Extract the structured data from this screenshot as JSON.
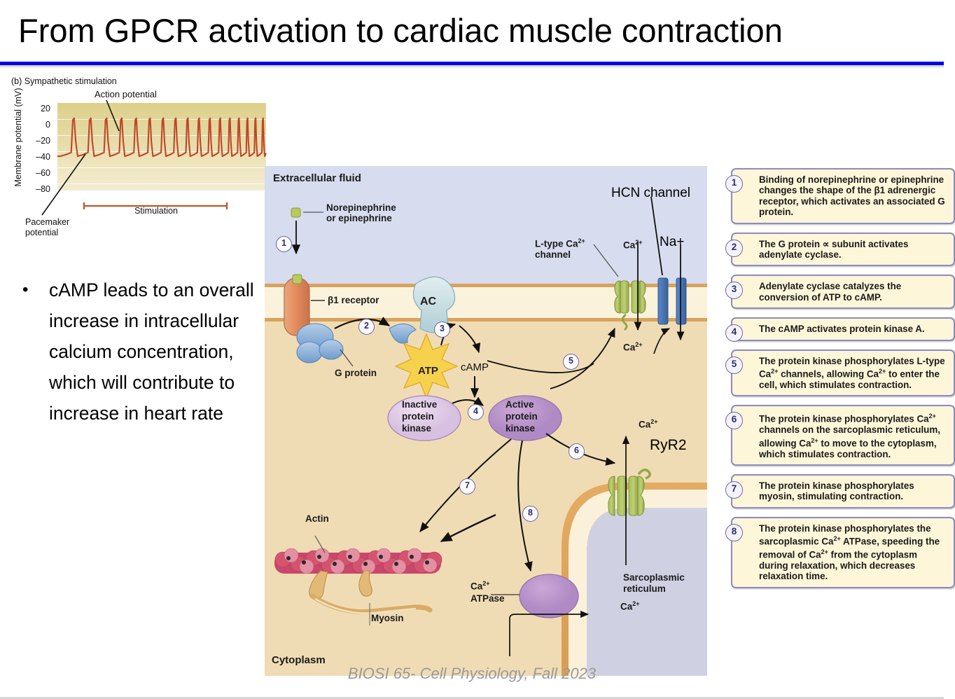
{
  "title": "From GPCR activation to cardiac muscle contraction",
  "accent_color": "#0000ee",
  "bullet": {
    "marker": "•",
    "text": "cAMP leads to an overall increase in intracellular calcium concentration, which will contribute to increase in heart rate"
  },
  "graph": {
    "caption": "(b) Sympathetic stimulation",
    "action_potential_label": "Action potential",
    "pacemaker_label": "Pacemaker\npotential",
    "stimulation_label": "Stimulation",
    "y_axis_label": "Membrane potential (mV)",
    "y_ticks": [
      "20",
      "0",
      "–20",
      "–40",
      "–60",
      "–80"
    ]
  },
  "chart_data": {
    "type": "line",
    "title": "(b) Sympathetic stimulation",
    "xlabel": "",
    "ylabel": "Membrane potential (mV)",
    "ylim": [
      -90,
      25
    ],
    "yticks": [
      20,
      0,
      -20,
      -40,
      -60,
      -80
    ],
    "grid": true,
    "legend": "none",
    "annotations": [
      "Action potential",
      "Pacemaker potential",
      "Stimulation"
    ],
    "series": [
      {
        "name": "Membrane potential",
        "description": "Pacemaker cell action potentials; firing frequency increases during sympathetic stimulation (spikes become progressively closer together)",
        "peak_mV": 5,
        "trough_mV": -45,
        "threshold_mV": -40,
        "n_action_potentials": 17,
        "color": "#c0452b"
      }
    ],
    "stimulation_bar": {
      "label": "Stimulation",
      "start_frac": 0.12,
      "end_frac": 0.82,
      "color": "#c0542e"
    }
  },
  "diagram": {
    "regions": {
      "extracellular": "Extracellular fluid",
      "cytoplasm": "Cytoplasm"
    },
    "labels": {
      "ligand": "Norepinephrine\nor epinephrine",
      "receptor": "β1 receptor",
      "g_protein": "G protein",
      "ac": "AC",
      "atp": "ATP",
      "camp": "cAMP",
      "ltype": "L-type Ca²⁺\nchannel",
      "ca_out": "Ca²⁺",
      "ca_in": "Ca²⁺",
      "hcn": "HCN channel",
      "na": "Na+",
      "inactive_kinase": "Inactive\nprotein\nkinase",
      "active_kinase": "Active\nprotein\nkinase",
      "ryr2": "RyR2",
      "ca_sr_out": "Ca²⁺",
      "sr": "Sarcoplasmic\nreticulum",
      "ca_atpase": "Ca²⁺\nATPase",
      "ca_pump": "Ca²⁺",
      "actin": "Actin",
      "myosin": "Myosin"
    },
    "step_markers": [
      "1",
      "2",
      "3",
      "4",
      "5",
      "6",
      "7",
      "8"
    ]
  },
  "steps": [
    {
      "number": "1",
      "text": "Binding of norepinephrine or epinephrine changes the shape of the β1 adrenergic receptor, which activates an associated G protein."
    },
    {
      "number": "2",
      "text": "The G protein ∝ subunit activates adenylate cyclase."
    },
    {
      "number": "3",
      "text": "Adenylate cyclase catalyzes the conversion of ATP to cAMP."
    },
    {
      "number": "4",
      "text": "The cAMP activates protein kinase A."
    },
    {
      "number": "5",
      "text": "The protein kinase phosphorylates L-type Ca²⁺ channels, allowing Ca²⁺ to enter the cell, which stimulates contraction."
    },
    {
      "number": "6",
      "text": "The protein kinase phosphorylates Ca²⁺ channels on the sarcoplasmic reticulum, allowing Ca²⁺ to move to the cytoplasm, which stimulates contraction."
    },
    {
      "number": "7",
      "text": "The protein kinase phosphorylates myosin, stimulating contraction."
    },
    {
      "number": "8",
      "text": "The protein kinase phosphorylates the sarcoplasmic Ca²⁺ ATPase, speeding the removal of Ca²⁺ from the cytoplasm during relaxation, which decreases relaxation time."
    }
  ],
  "footer": "BIOSI 65- Cell Physiology, Fall 2023"
}
